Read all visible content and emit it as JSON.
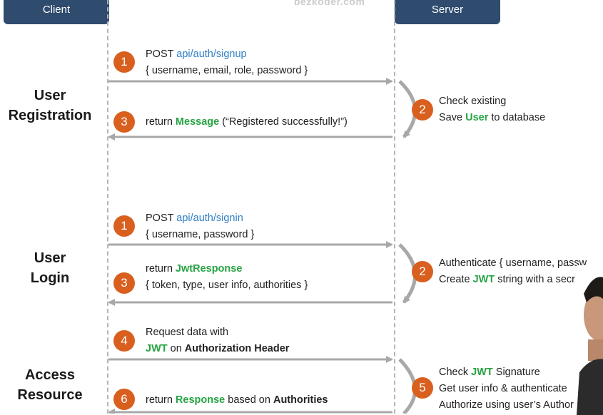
{
  "lanes": {
    "client": "Client",
    "server": "Server"
  },
  "watermark": "bezkoder.com",
  "sections": {
    "registration": {
      "line1": "User",
      "line2": "Registration"
    },
    "login": {
      "line1": "User",
      "line2": "Login"
    },
    "access": {
      "line1": "Access",
      "line2": "Resource"
    }
  },
  "registration": {
    "s1": {
      "num": "1",
      "method": "POST ",
      "url": "api/auth/signup",
      "body": "{ username, email, role, password }"
    },
    "s2": {
      "num": "2",
      "line1": "Check existing",
      "pre": "Save ",
      "hl": "User",
      "post": " to database"
    },
    "s3": {
      "num": "3",
      "pre": "return ",
      "hl": "Message",
      "post": " (“Registered successfully!”)"
    }
  },
  "login": {
    "s1": {
      "num": "1",
      "method": "POST ",
      "url": "api/auth/signin",
      "body": "{ username, password }"
    },
    "s2": {
      "num": "2",
      "line1": "Authenticate { username, passw",
      "pre": "Create ",
      "hl": "JWT",
      "post": " string with a secr"
    },
    "s3": {
      "num": "3",
      "pre": "return ",
      "hl": "JwtResponse",
      "body": "{ token, type, user info, authorities }"
    }
  },
  "access": {
    "s4": {
      "num": "4",
      "line1": "Request  data with",
      "hl": "JWT",
      "mid": " on ",
      "bold": "Authorization Header"
    },
    "s5": {
      "num": "5",
      "pre": "Check ",
      "hl": "JWT",
      "post": " Signature",
      "line2": "Get user info & authenticate",
      "line3": "Authorize using user’s Author"
    },
    "s6": {
      "num": "6",
      "pre": "return ",
      "hl": "Response",
      "mid": " based on ",
      "bold": "Authorities"
    }
  },
  "colors": {
    "header": "#2f4b6e",
    "step": "#d95f1f",
    "link": "#2f7fc6",
    "highlight": "#27a344",
    "arrow": "#a8a8a8"
  }
}
